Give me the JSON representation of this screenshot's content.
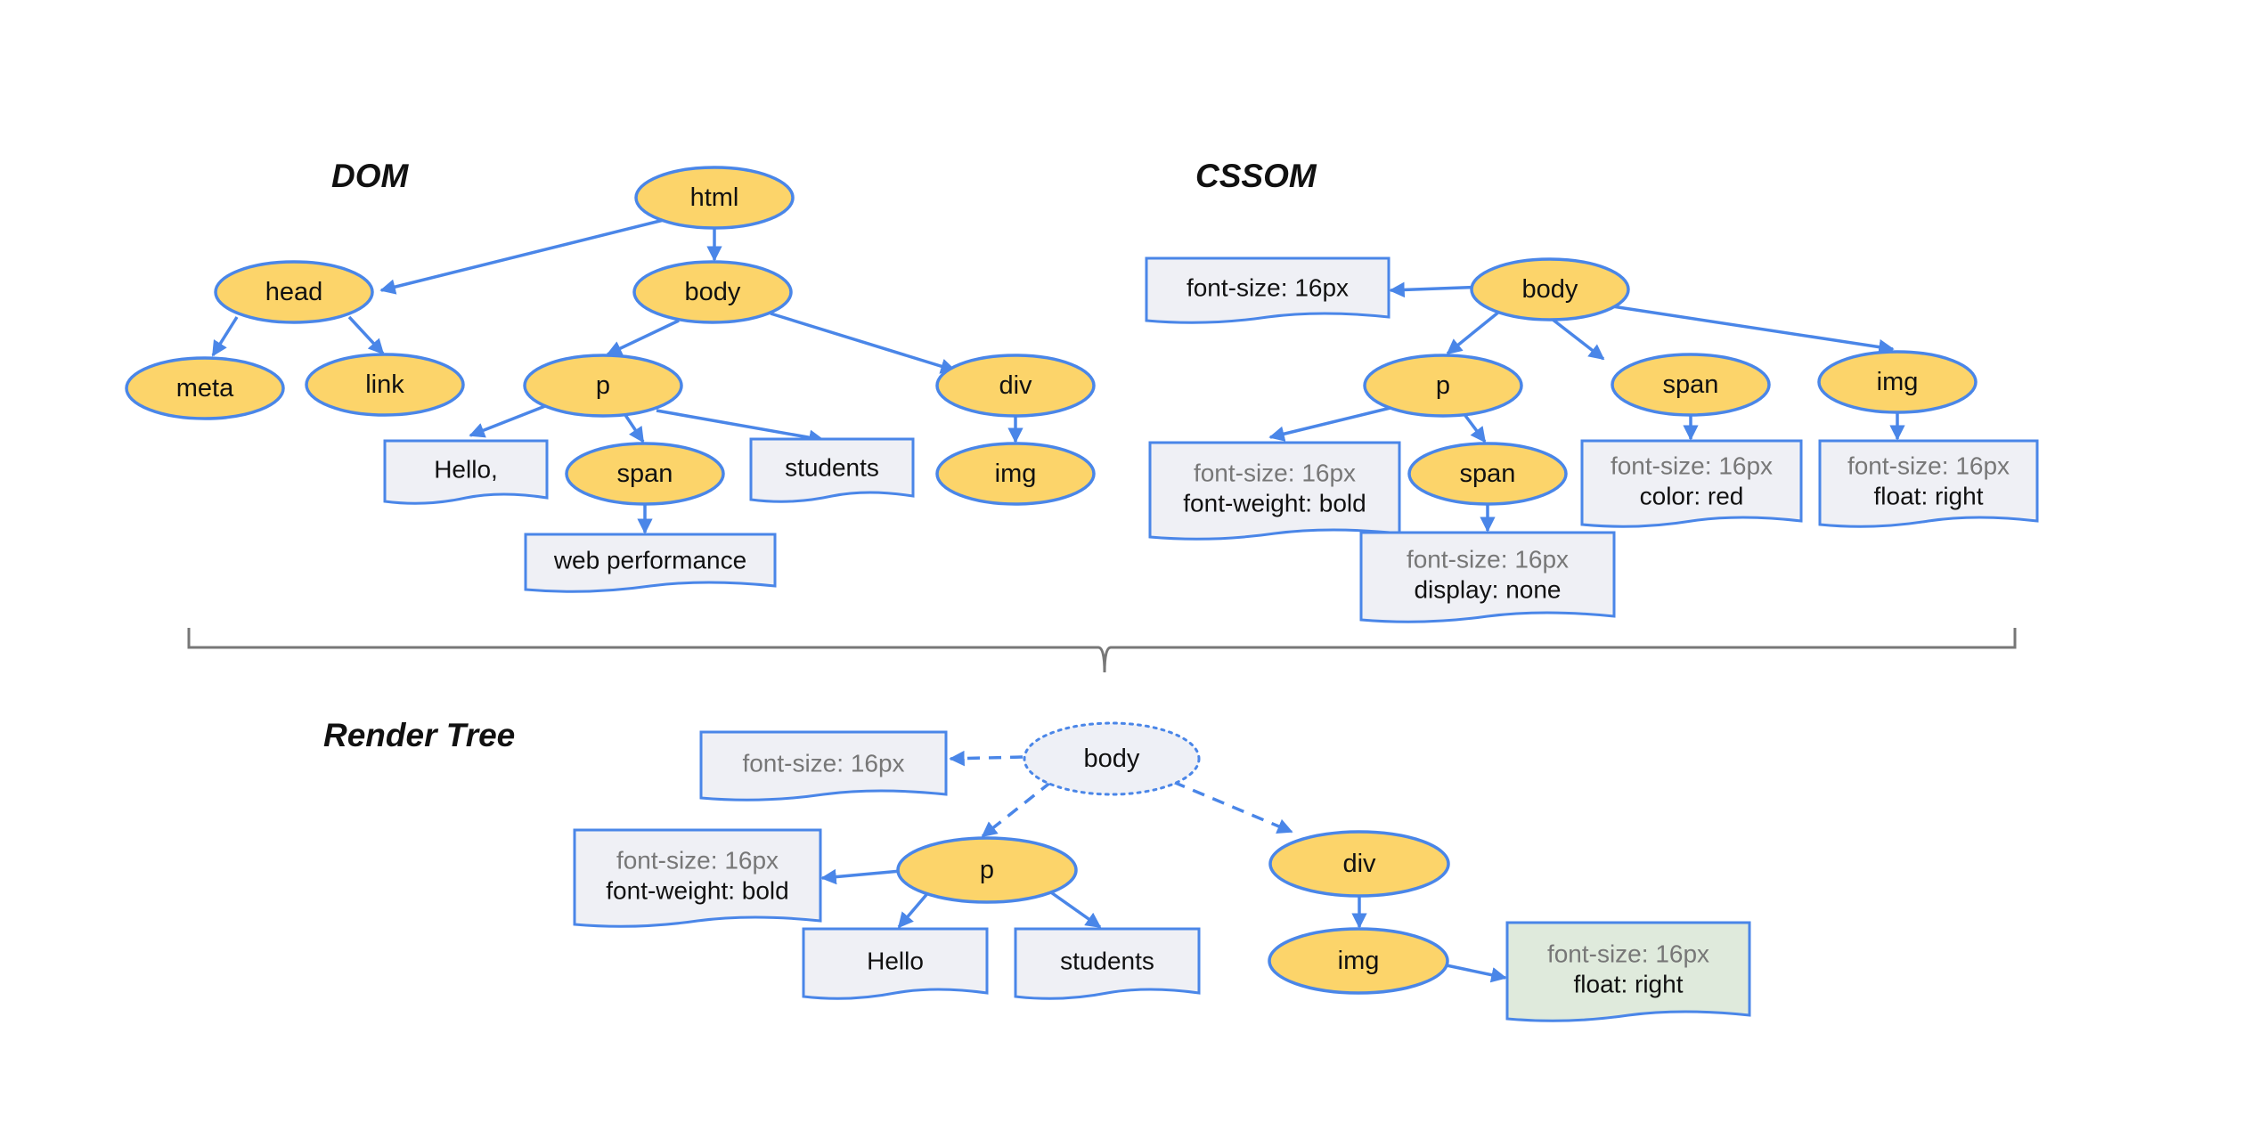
{
  "headings": {
    "dom": "DOM",
    "cssom": "CSSOM",
    "render_tree": "Render Tree"
  },
  "colors": {
    "node_fill": "#fcd46a",
    "node_stroke": "#4a86e8",
    "ghost_fill": "#eef0f6",
    "note_fill": "#eff0f5",
    "note_green_fill": "#dfeadc",
    "edge": "#4a86e8",
    "inherited_text": "#777777",
    "text": "#111111",
    "brace": "#777777"
  },
  "nodes": {
    "dom_html": "html",
    "dom_head": "head",
    "dom_body": "body",
    "dom_meta": "meta",
    "dom_link": "link",
    "dom_p": "p",
    "dom_div": "div",
    "dom_span": "span",
    "dom_img": "img",
    "cssom_body": "body",
    "cssom_p": "p",
    "cssom_span_child": "span",
    "cssom_span": "span",
    "cssom_img": "img",
    "rt_body": "body",
    "rt_p": "p",
    "rt_div": "div",
    "rt_img": "img"
  },
  "notes": {
    "dom_hello": [
      "Hello,"
    ],
    "dom_students": [
      "students"
    ],
    "dom_web_performance": [
      "web performance"
    ],
    "cssom_body_style": [
      "font-size: 16px"
    ],
    "cssom_p_style": [
      "font-size: 16px",
      "font-weight: bold"
    ],
    "cssom_span_child_style": [
      "font-size: 16px",
      "display: none"
    ],
    "cssom_span_style": [
      "font-size: 16px",
      "color: red"
    ],
    "cssom_img_style": [
      "font-size: 16px",
      "float: right"
    ],
    "rt_body_style": [
      "font-size: 16px"
    ],
    "rt_p_style": [
      "font-size: 16px",
      "font-weight: bold"
    ],
    "rt_hello": [
      "Hello"
    ],
    "rt_students": [
      "students"
    ],
    "rt_img_style": [
      "font-size: 16px",
      "float: right"
    ]
  }
}
